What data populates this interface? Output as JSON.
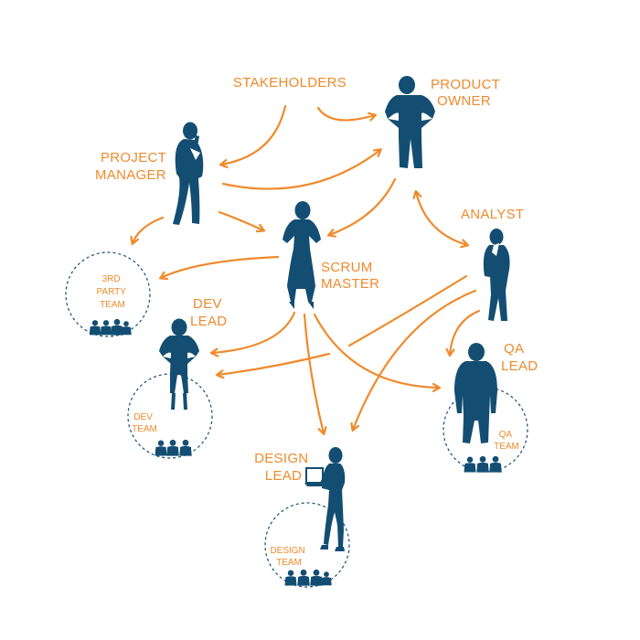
{
  "colors": {
    "accent": "#ef8a2c",
    "figure": "#134e72"
  },
  "roles": {
    "stakeholders": "STAKEHOLDERS",
    "product_owner": [
      "PRODUCT",
      "OWNER"
    ],
    "project_manager": [
      "PROJECT",
      "MANAGER"
    ],
    "analyst": "ANALYST",
    "scrum_master": [
      "SCRUM",
      "MASTER"
    ],
    "dev_lead": [
      "DEV",
      "LEAD"
    ],
    "qa_lead": [
      "QA",
      "LEAD"
    ],
    "design_lead": [
      "DESIGN",
      "LEAD"
    ]
  },
  "teams": {
    "third_party": [
      "3RD",
      "PARTY",
      "TEAM"
    ],
    "dev": [
      "DEV",
      "TEAM"
    ],
    "qa": [
      "QA",
      "TEAM"
    ],
    "design": [
      "DESIGN",
      "TEAM"
    ]
  },
  "icons": [
    "person-standing-icon",
    "person-thinking-icon",
    "person-hands-on-hips-icon",
    "person-with-laptop-icon",
    "team-group-icon"
  ],
  "edges": [
    {
      "from": "stakeholders",
      "to": "project_manager"
    },
    {
      "from": "stakeholders",
      "to": "product_owner"
    },
    {
      "from": "project_manager",
      "to": "product_owner"
    },
    {
      "from": "project_manager",
      "to": "scrum_master"
    },
    {
      "from": "project_manager",
      "to": "third_party_team"
    },
    {
      "from": "product_owner",
      "to": "scrum_master"
    },
    {
      "from": "product_owner",
      "to": "analyst",
      "bidirectional": true
    },
    {
      "from": "scrum_master",
      "to": "third_party_team"
    },
    {
      "from": "scrum_master",
      "to": "dev_lead"
    },
    {
      "from": "scrum_master",
      "to": "design_lead"
    },
    {
      "from": "scrum_master",
      "to": "qa_lead"
    },
    {
      "from": "analyst",
      "to": "dev_lead"
    },
    {
      "from": "analyst",
      "to": "design_lead"
    },
    {
      "from": "analyst",
      "to": "qa_lead"
    }
  ]
}
